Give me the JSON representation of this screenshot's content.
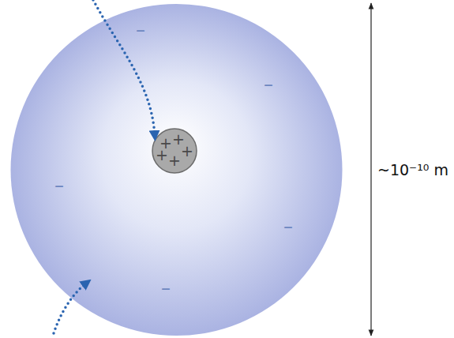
{
  "diagram": {
    "nodes": [
      {
        "text": [
          "–",
          "–",
          "–",
          "–",
          "–"
        ]
      },
      {
        "text": [
          "+",
          "+",
          "+",
          "+",
          "+"
        ],
        "in": 0
      }
    ],
    "labels": [
      "~10⁻¹⁰ m"
    ]
  }
}
